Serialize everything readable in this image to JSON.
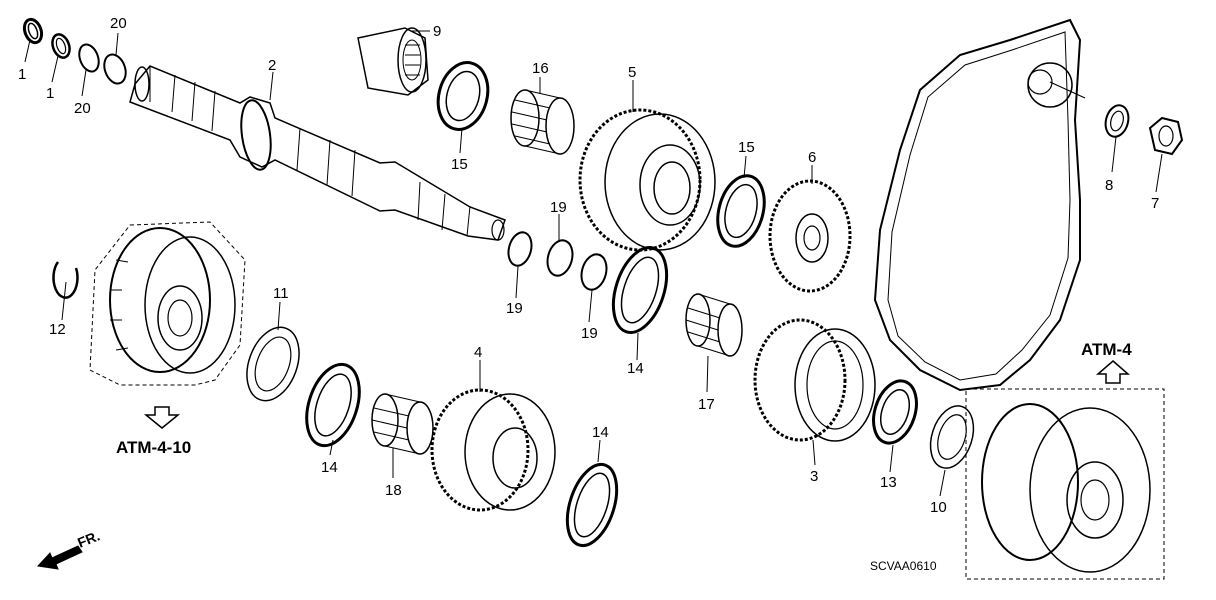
{
  "diagram": {
    "callouts": [
      "1",
      "1",
      "20",
      "20",
      "2",
      "9",
      "15",
      "16",
      "5",
      "15",
      "6",
      "8",
      "7",
      "12",
      "11",
      "14",
      "18",
      "4",
      "19",
      "19",
      "19",
      "14",
      "14",
      "17",
      "3",
      "13",
      "10"
    ],
    "references": [
      "ATM-4-10",
      "ATM-4"
    ],
    "direction_label": "FR.",
    "diagram_code": "SCVAA0610"
  }
}
